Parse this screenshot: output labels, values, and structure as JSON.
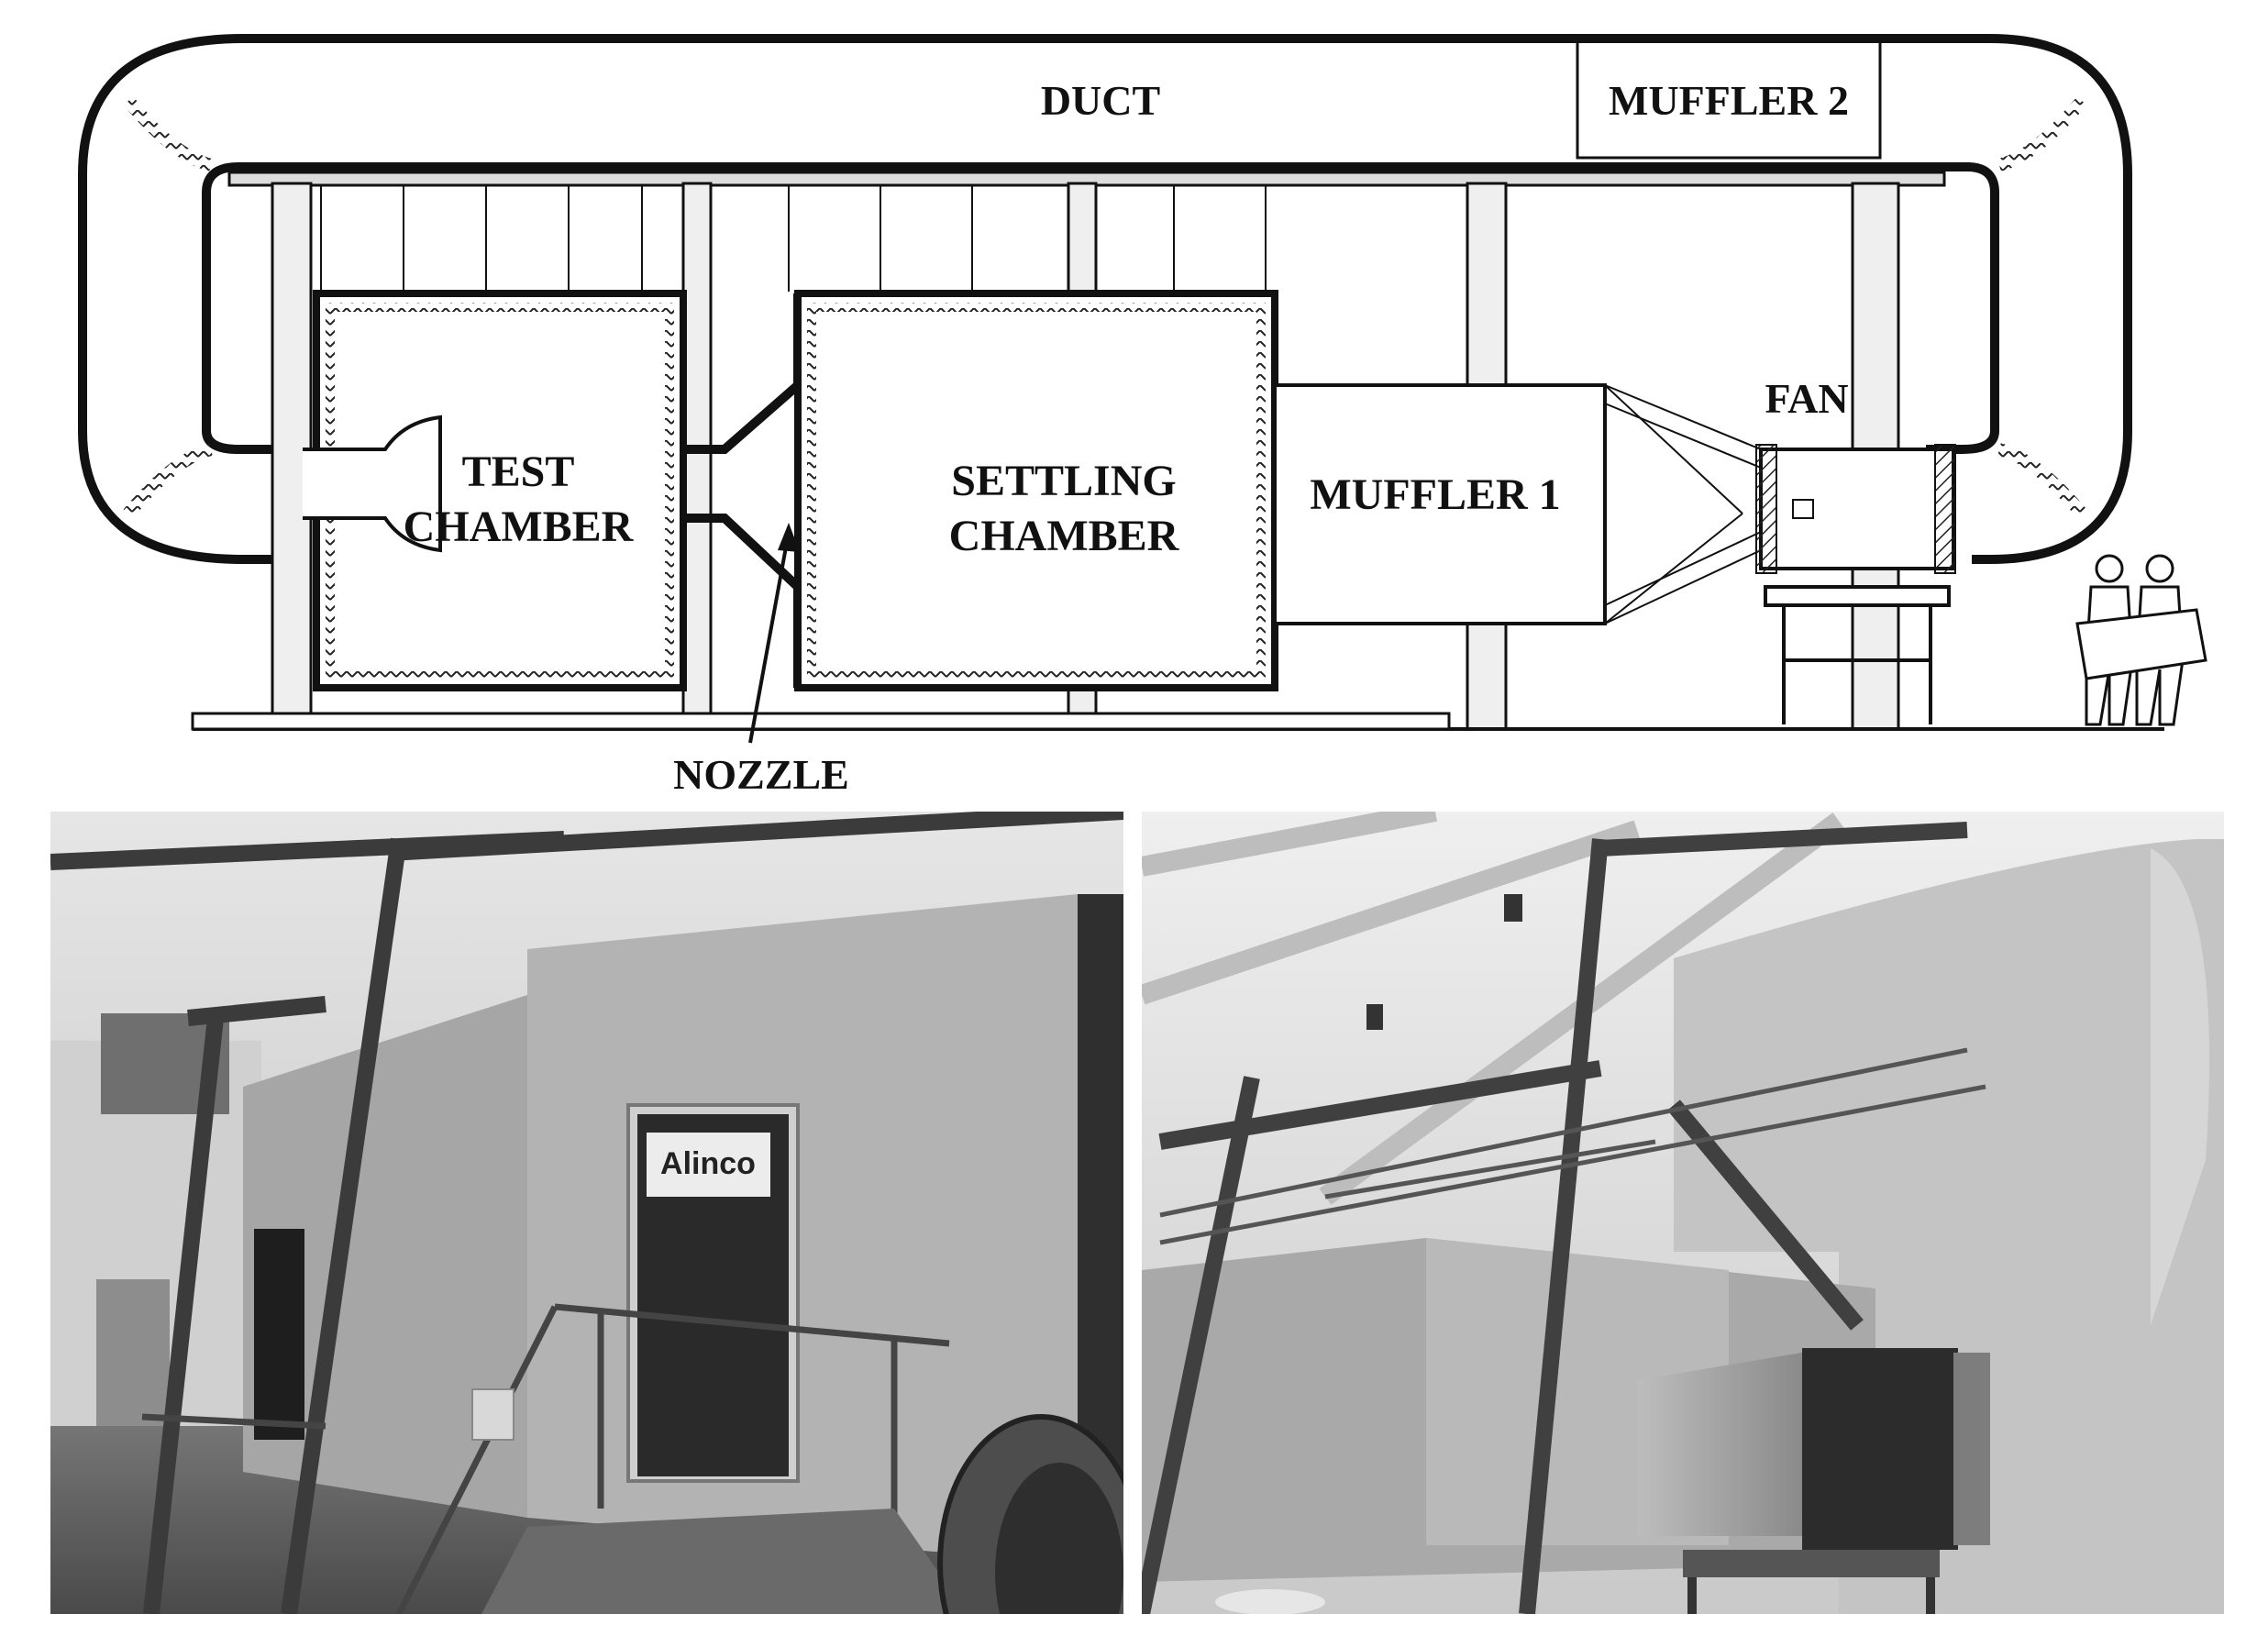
{
  "diagram": {
    "labels": {
      "duct": "DUCT",
      "muffler2": "MUFFLER 2",
      "test_chamber_1": "TEST",
      "test_chamber_2": "CHAMBER",
      "settling_chamber_1": "SETTLING",
      "settling_chamber_2": "CHAMBER",
      "muffler1": "MUFFLER 1",
      "fan": "FAN",
      "nozzle": "NOZZLE"
    }
  },
  "photos": {
    "left": {
      "door_sign": "Alinco"
    },
    "right": {}
  },
  "colors": {
    "line": "#1a1a1a",
    "photo_dark": "#3a3a3a",
    "photo_mid": "#8a8a8a",
    "photo_light": "#cfcfcf",
    "wall": "#a9a9a9"
  },
  "icons": [
    "person-figure-icon",
    "flow-arrow-icon"
  ]
}
